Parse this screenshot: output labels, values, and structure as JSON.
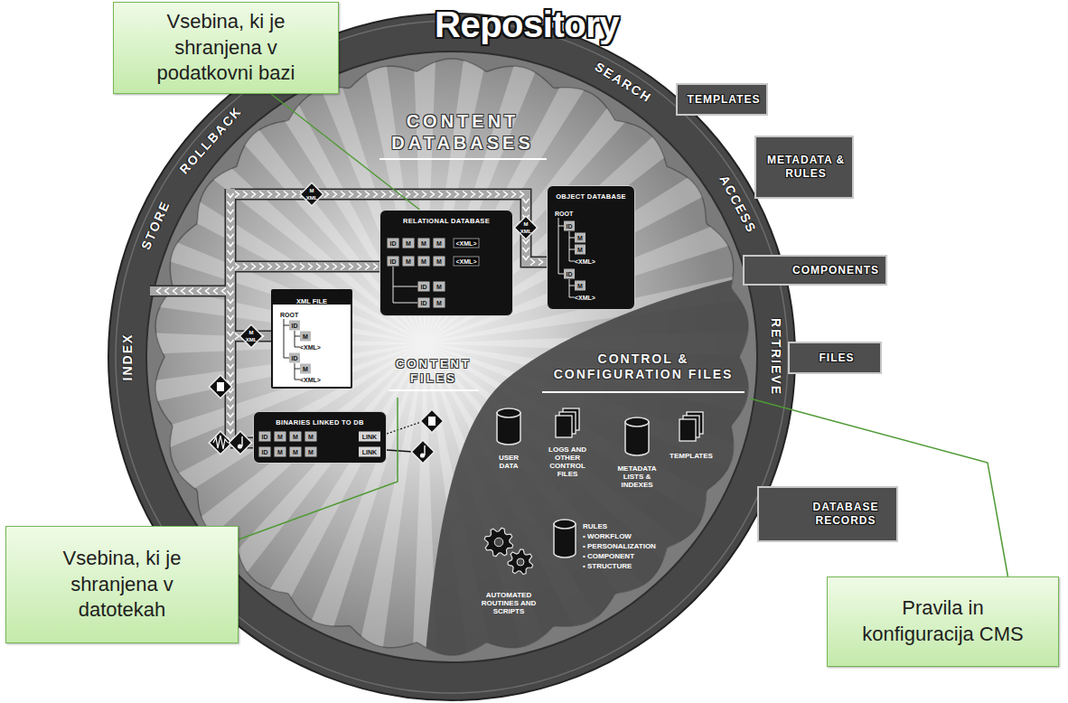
{
  "diagram": {
    "title": "Repository",
    "nodes": [
      {
        "text": [
          "Vsebina, ki je shranjena v podatkovni bazi"
        ]
      },
      {
        "text": [
          "TEMPLATES"
        ]
      },
      {
        "text": [
          "METADATA & RULES"
        ]
      },
      {
        "text": [
          "COMPONENTS"
        ]
      },
      {
        "text": [
          "FILES"
        ]
      },
      {
        "text": [
          "DATABASE RECORDS"
        ]
      },
      {
        "text": [
          "RELATIONAL DATABASE"
        ]
      },
      {
        "text": [
          "OBJECT DATABASE"
        ]
      },
      {
        "text": [
          "XML FILE"
        ]
      },
      {
        "text": [
          "BINARIES LINKED TO DB"
        ]
      },
      {
        "text": [
          "Vsebina, ki je shranjena v datotekah"
        ]
      },
      {
        "text": [
          "Pravila in konfiguracija CMS"
        ]
      }
    ],
    "edges": [
      {
        "from": 0,
        "to": 6,
        "arrow": "none"
      }
    ],
    "labels": [
      "INDEX",
      "STORE",
      "ROLLBACK",
      "SEARCH",
      "ACCESS",
      "RETRIEVE",
      "CONTENT DATABASES",
      "CONTENT FILES",
      "CONTROL & CONFIGURATION FILES",
      "USER DATA",
      "LOGS AND OTHER CONTROL FILES",
      "METADATA LISTS & INDEXES",
      "TEMPLATES",
      "AUTOMATED ROUTINES AND SCRIPTS",
      "RULES",
      "• WORKFLOW",
      "• PERSONALIZATION",
      "• COMPONENT",
      "• STRUCTURE",
      "ID",
      "M",
      "M",
      "M",
      "<XML>",
      "ID",
      "M",
      "M",
      "M",
      "<XML>",
      "ID",
      "M",
      "ID",
      "M",
      "ROOT",
      "ID",
      "M",
      "M",
      "<XML>",
      "ID",
      "M",
      "<XML>",
      "ROOT",
      "ID",
      "M",
      "<XML>",
      "ID",
      "M",
      "<XML>",
      "ID",
      "M",
      "M",
      "M",
      "LINK",
      "ID",
      "M",
      "M",
      "M",
      "LINK",
      "M",
      "XML",
      "M",
      "XML",
      "M",
      "XML"
    ]
  }
}
